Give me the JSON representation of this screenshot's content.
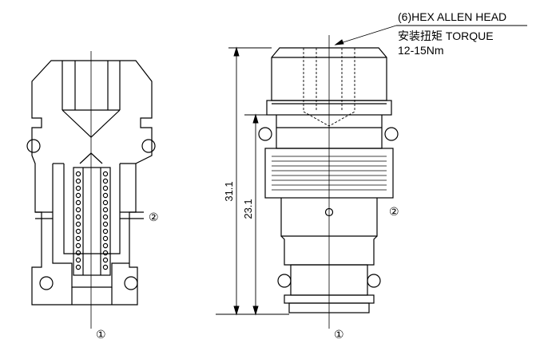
{
  "annotation": {
    "head_spec": "(6)HEX ALLEN HEAD",
    "torque_label": "安装扭矩 TORQUE",
    "torque_value": "12-15Nm"
  },
  "dimensions": {
    "overall_length": "31.1",
    "body_length": "23.1"
  },
  "ports": {
    "port_1": "①",
    "port_2": "②"
  }
}
